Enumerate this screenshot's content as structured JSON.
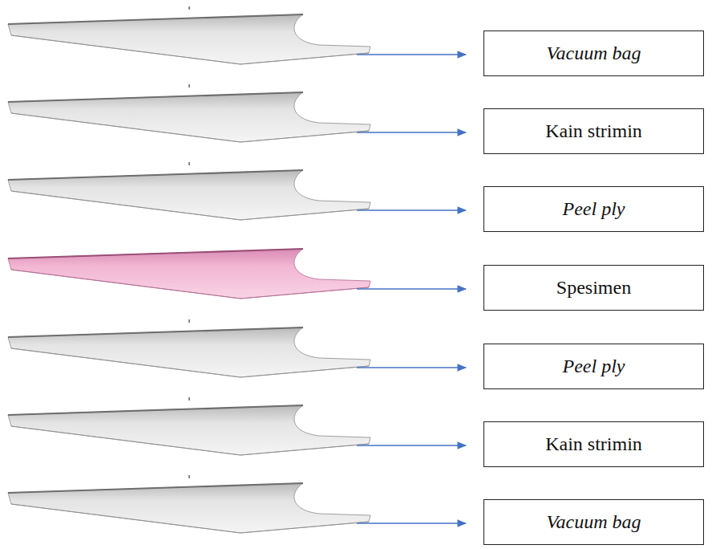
{
  "diagram": {
    "nodes": [
      {
        "text": [
          "Vacuum bag"
        ]
      },
      {
        "text": [
          "Kain strimin"
        ]
      },
      {
        "text": [
          "Peel ply"
        ]
      },
      {
        "text": [
          "Spesimen"
        ]
      },
      {
        "text": [
          "Peel ply"
        ]
      },
      {
        "text": [
          "Kain strimin"
        ]
      },
      {
        "text": [
          "Vacuum bag"
        ]
      }
    ]
  }
}
